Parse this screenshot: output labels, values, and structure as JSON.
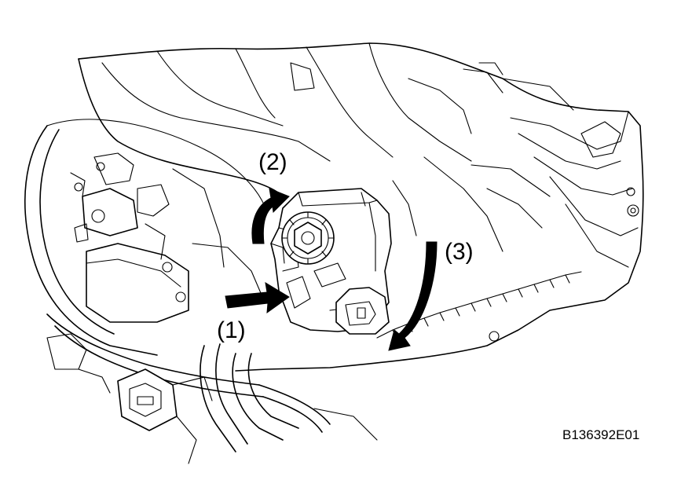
{
  "callouts": {
    "step1": "(1)",
    "step2": "(2)",
    "step3": "(3)"
  },
  "figure_id": "B136392E01"
}
